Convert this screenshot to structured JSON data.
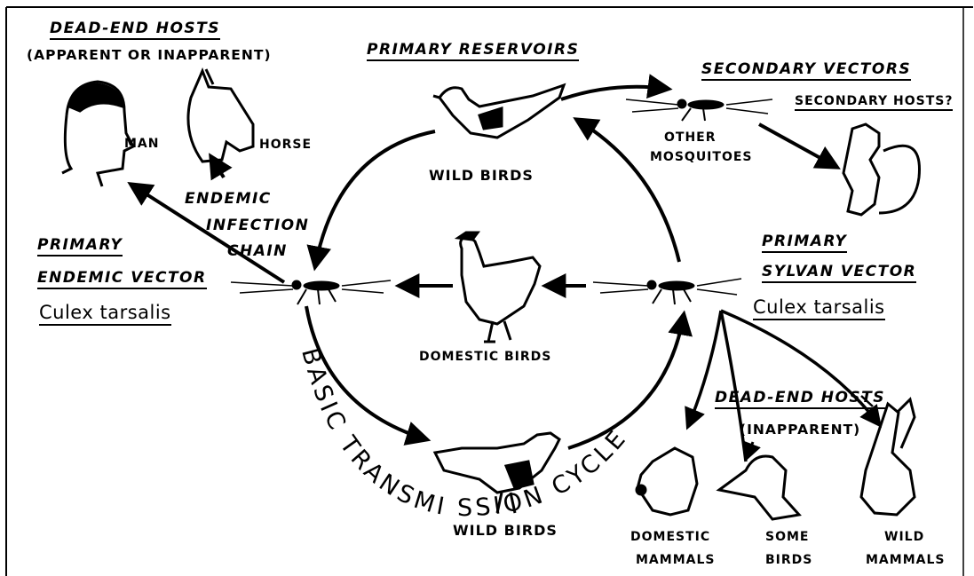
{
  "labels": {
    "dead_end_hosts_top": "DEAD-END HOSTS",
    "apparent_or_inapparent": "(APPARENT OR INAPPARENT)",
    "man": "MAN",
    "horse": "HORSE",
    "endemic": "ENDEMIC",
    "infection": "INFECTION",
    "chain": "CHAIN",
    "primary_endemic_1": "PRIMARY",
    "primary_endemic_2": "ENDEMIC VECTOR",
    "culex_left": "Culex tarsalis",
    "primary_reservoirs": "PRIMARY RESERVOIRS",
    "wild_birds_top": "WILD BIRDS",
    "secondary_vectors": "SECONDARY VECTORS",
    "secondary_hosts": "SECONDARY HOSTS?",
    "other": "OTHER",
    "mosquitoes": "MOSQUITOES",
    "primary_sylvan_1": "PRIMARY",
    "primary_sylvan_2": "SYLVAN VECTOR",
    "culex_right": "Culex tarsalis",
    "domestic_birds": "DOMESTIC BIRDS",
    "cycle_text": "BASIC TRANSMI SSION CYCLE",
    "wild_birds_bottom": "WILD BIRDS",
    "dead_end_hosts_bottom": "DEAD-END HOSTS",
    "inapparent": "(INAPPARENT)",
    "domestic_1": "DOMESTIC",
    "mammals_1": "MAMMALS",
    "some": "SOME",
    "birds": "BIRDS",
    "wild": "WILD",
    "mammals_2": "MAMMALS"
  }
}
